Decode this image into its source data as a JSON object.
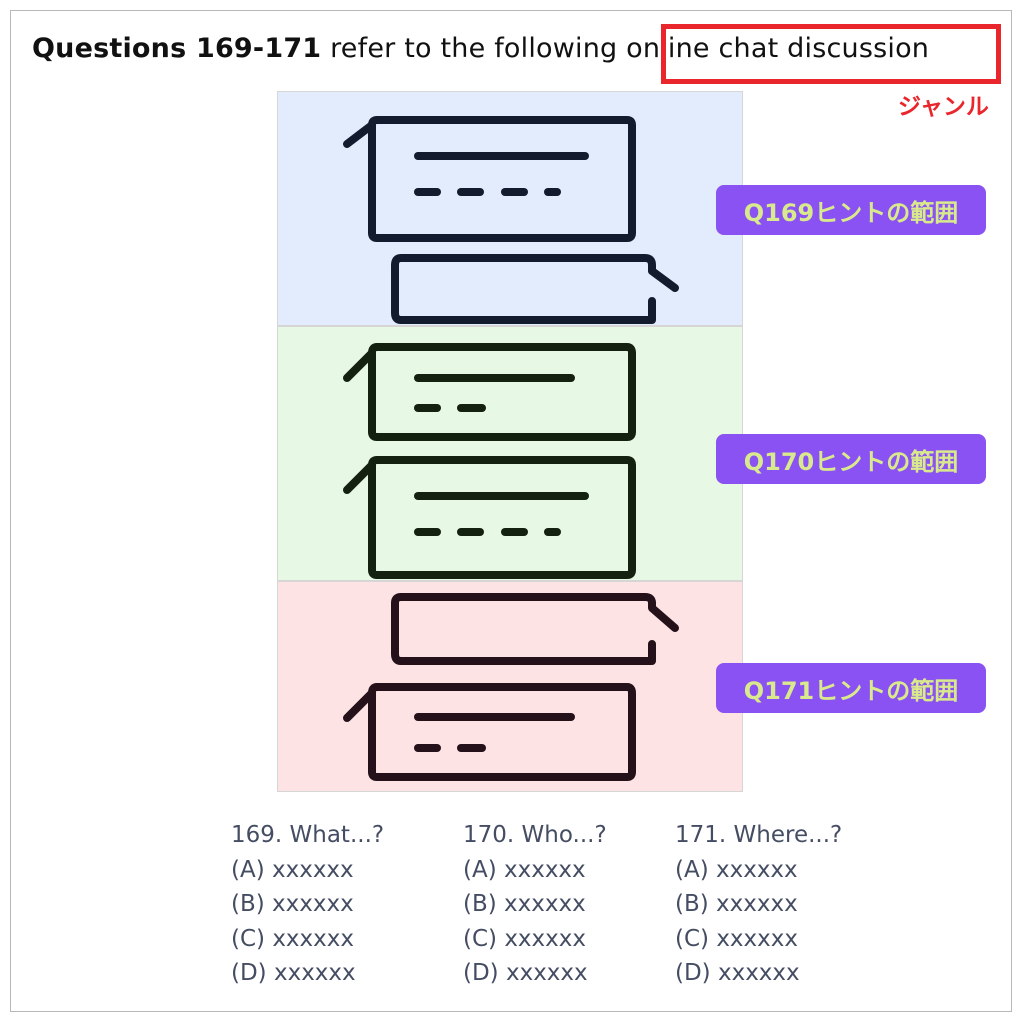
{
  "heading": {
    "questions": "Questions 169-171",
    "refer": "refer to the following",
    "genre": "online chat discussion"
  },
  "genre_label": "ジャンル",
  "hints": [
    "Q169ヒントの範囲",
    "Q170ヒントの範囲",
    "Q171ヒントの範囲"
  ],
  "colors": {
    "genre_red": "#e8262c",
    "hint_bg": "#8a52f2",
    "hint_text": "#d9ea8c",
    "panel_blue": "#e3ecfc",
    "panel_green": "#e7f8e4",
    "panel_red": "#fde3e3"
  },
  "icons": [
    "chat-bubble-left-icon",
    "chat-bubble-right-icon"
  ],
  "questions": [
    {
      "title": "169. What...?",
      "options": [
        "(A) xxxxxx",
        "(B) xxxxxx",
        "(C) xxxxxx",
        "(D) xxxxxx"
      ]
    },
    {
      "title": "170. Who...?",
      "options": [
        "(A) xxxxxx",
        "(B) xxxxxx",
        "(C) xxxxxx",
        "(D) xxxxxx"
      ]
    },
    {
      "title": "171. Where...?",
      "options": [
        "(A) xxxxxx",
        "(B) xxxxxx",
        "(C) xxxxxx",
        "(D) xxxxxx"
      ]
    }
  ]
}
